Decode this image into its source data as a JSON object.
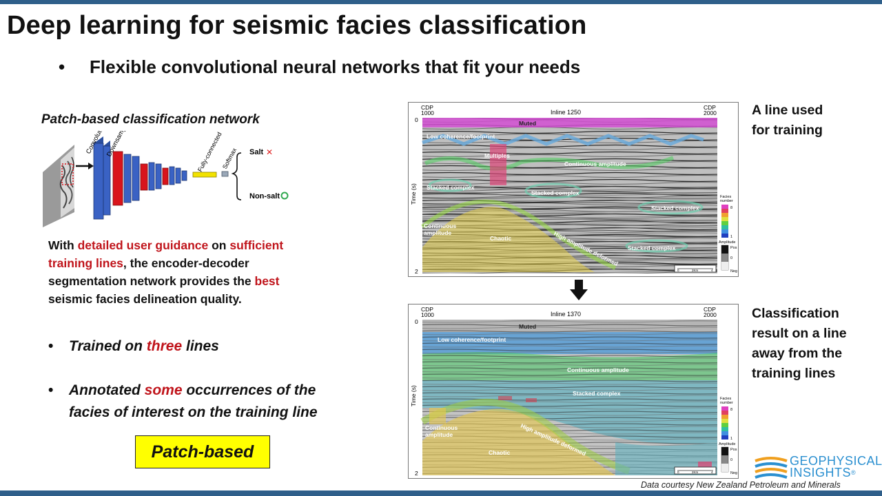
{
  "slide": {
    "title": "Deep learning for seismic facies classification",
    "subtitle": "Flexible convolutional neural networks that fit your needs",
    "bullet_glyph": "•"
  },
  "network": {
    "title": "Patch-based classification network",
    "layer_labels": [
      "Convolution",
      "Downsampling",
      "Fully-connected",
      "Softmax"
    ],
    "outputs": [
      {
        "label": "Salt",
        "marker": "✕",
        "marker_color": "#e02020"
      },
      {
        "label": "Non-salt",
        "marker": "○",
        "marker_color": "#2fa84f"
      }
    ]
  },
  "description": {
    "p1": "With ",
    "p2": "detailed user guidance",
    "p3": " on ",
    "p4": "sufficient",
    "p5": "training lines",
    "p6": ", the encoder-decoder",
    "p7": "segmentation network provides the ",
    "p8": "best",
    "p9": "seismic facies delineation  quality."
  },
  "bullets": {
    "b1_a": "Trained on ",
    "b1_b": "three",
    "b1_c": " lines",
    "b2_a": "Annotated ",
    "b2_b": "some",
    "b2_c": " occurrences of the",
    "b2_d": "facies of interest on the training line"
  },
  "badge": "Patch-based",
  "panels": [
    {
      "cdp_left": "CDP",
      "cdp_left_num": "1000",
      "cdp_right": "CDP",
      "cdp_right_num": "2000",
      "inline": "Inline 1250",
      "t0": "0",
      "t2": "2",
      "axis_label": "Time (s)",
      "labels": {
        "muted": "Muted",
        "low": "Low coherence/footprint",
        "mult": "Multiples",
        "cont1": "Continuous amplitude",
        "stack1": "Stacked complex",
        "stack2": "Stacked complex",
        "stack3": "Stacked complex",
        "stack4": "Stacked complex",
        "cont2a": "Continuous",
        "cont2b": "amplitude",
        "chaotic": "Chaotic",
        "high": "High amplitude deformed"
      },
      "legend": {
        "facies_a": "Facies",
        "facies_b": "number",
        "f8": "8",
        "f1": "1",
        "amp": "Amplitude",
        "pos": "Pos",
        "zero": "0",
        "neg": "Neg"
      },
      "scale": {
        "a": "0",
        "b": "2Km",
        "c": "4"
      }
    },
    {
      "cdp_left": "CDP",
      "cdp_left_num": "1000",
      "cdp_right": "CDP",
      "cdp_right_num": "2000",
      "inline": "Inline 1370",
      "t0": "0",
      "t2": "2",
      "axis_label": "Time (s)",
      "labels": {
        "muted": "Muted",
        "low": "Low coherence/footprint",
        "cont1": "Continuous amplitude",
        "stack1": "Stacked complex",
        "cont2a": "Continuous",
        "cont2b": "amplitude",
        "chaotic": "Chaotic",
        "high": "High amplitude deformed"
      },
      "legend": {
        "facies_a": "Facies",
        "facies_b": "number",
        "f8": "8",
        "f1": "1",
        "amp": "Amplitude",
        "pos": "Pos",
        "zero": "0",
        "neg": "Neg"
      },
      "scale": {
        "a": "0",
        "b": "2Km",
        "c": "4"
      }
    }
  ],
  "side_labels": {
    "top_1": "A line used",
    "top_2": "for training",
    "bottom_1": "Classification",
    "bottom_2": "result on a line",
    "bottom_3": "away from the",
    "bottom_4": "training lines"
  },
  "logo": {
    "line1": "GEOPHYSICAL",
    "line2": "INSIGHTS",
    "mark": "®"
  },
  "credit": "Data courtesy New Zealand Petroleum and Minerals",
  "colors": {
    "accent_red": "#c0141b",
    "bar_blue": "#2f5f8a",
    "layer_blue": "#3a62c4",
    "layer_red": "#d9141c",
    "fc_yellow": "#f2e200",
    "badge_yellow": "#ffff00"
  }
}
